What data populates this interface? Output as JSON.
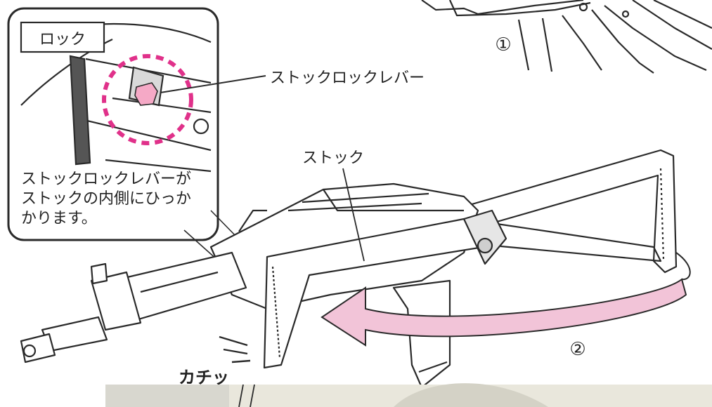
{
  "callout": {
    "tag": "ロック",
    "lever_label": "ストックロックレバー",
    "note_lines": [
      "ストックロックレバーが",
      "ストックの内側にひっか",
      "かります。"
    ]
  },
  "labels": {
    "stock": "ストック",
    "step1": "①",
    "step2": "②",
    "click_sound": "カチッ"
  },
  "colors": {
    "accent": "#e0318a",
    "arrow_fill": "#f2c4d8",
    "line": "#2a2a2a",
    "bottom_strip": "#e9e7dc"
  }
}
